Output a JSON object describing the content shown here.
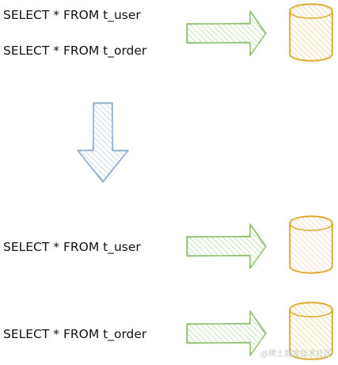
{
  "top_block": {
    "queries": [
      "SELECT * FROM t_user",
      "SELECT * FROM t_order"
    ]
  },
  "bottom_block": {
    "rows": [
      {
        "query": "SELECT * FROM t_user"
      },
      {
        "query": "SELECT * FROM t_order"
      }
    ]
  },
  "icons": {
    "right_arrow": "hatched-right-arrow-icon",
    "down_arrow": "hatched-down-arrow-icon",
    "database": "database-cylinder-icon"
  },
  "colors": {
    "text": "#111111",
    "arrow_green_stroke": "#8bbd6a",
    "arrow_green_fill": "#cfe6bf",
    "arrow_blue_stroke": "#8aa7cc",
    "arrow_blue_fill": "#cfdbea",
    "db_stroke": "#d9a21c",
    "db_fill": "#f7dfa8",
    "db_fill_light": "#fbe7cf"
  },
  "watermark": "@稀土掘金技术社区"
}
